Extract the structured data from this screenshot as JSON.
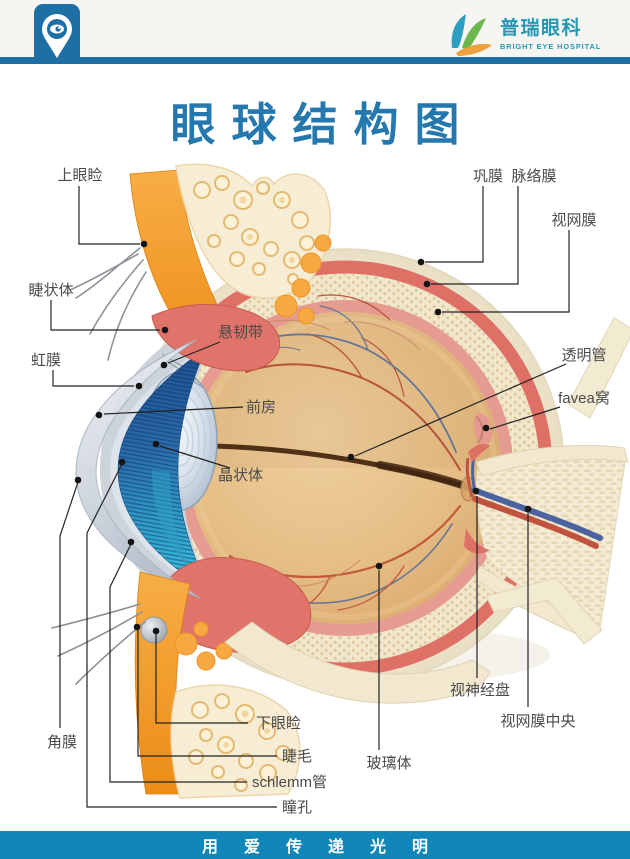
{
  "header": {
    "logo_icon": "eye-location-pin-icon",
    "brand": {
      "name": "普瑞眼科",
      "subtitle": "BRIGHT EYE HOSPITAL"
    }
  },
  "title": "眼球结构图",
  "labels": {
    "upper_eyelid": "上眼睑",
    "ciliary_body": "睫状体",
    "iris": "虹膜",
    "suspensory_ligament": "悬韧带",
    "anterior_chamber": "前房",
    "lens": "晶状体",
    "sclera": "巩膜",
    "choroid": "脉络膜",
    "retina": "视网膜",
    "hyaloid_canal": "透明管",
    "fovea": "favea窝",
    "optic_disc": "视神经盘",
    "central_retina": "视网膜中央",
    "vitreous": "玻璃体",
    "cornea": "角膜",
    "lower_eyelid": "下眼睑",
    "eyelashes": "睫毛",
    "schlemm_canal": "schlemm管",
    "pupil": "瞳孔"
  },
  "footer": {
    "slogan": "用爱传递光明"
  },
  "colors": {
    "header_line": "#1d6fa5",
    "title_blue": "#2478ae",
    "brand_teal": "#2598b4",
    "footer_bar": "#1187b9",
    "label_text": "#4b4b4b",
    "leader_line": "#222222",
    "sclera_cream": "#f4ecd7",
    "choroid_salmon": "#de7065",
    "retina_pink": "#e59b90",
    "vitreous_tan": "#e5bd85",
    "iris_blue": "#2b6cab",
    "eyelid_orange": "#f2a033"
  }
}
